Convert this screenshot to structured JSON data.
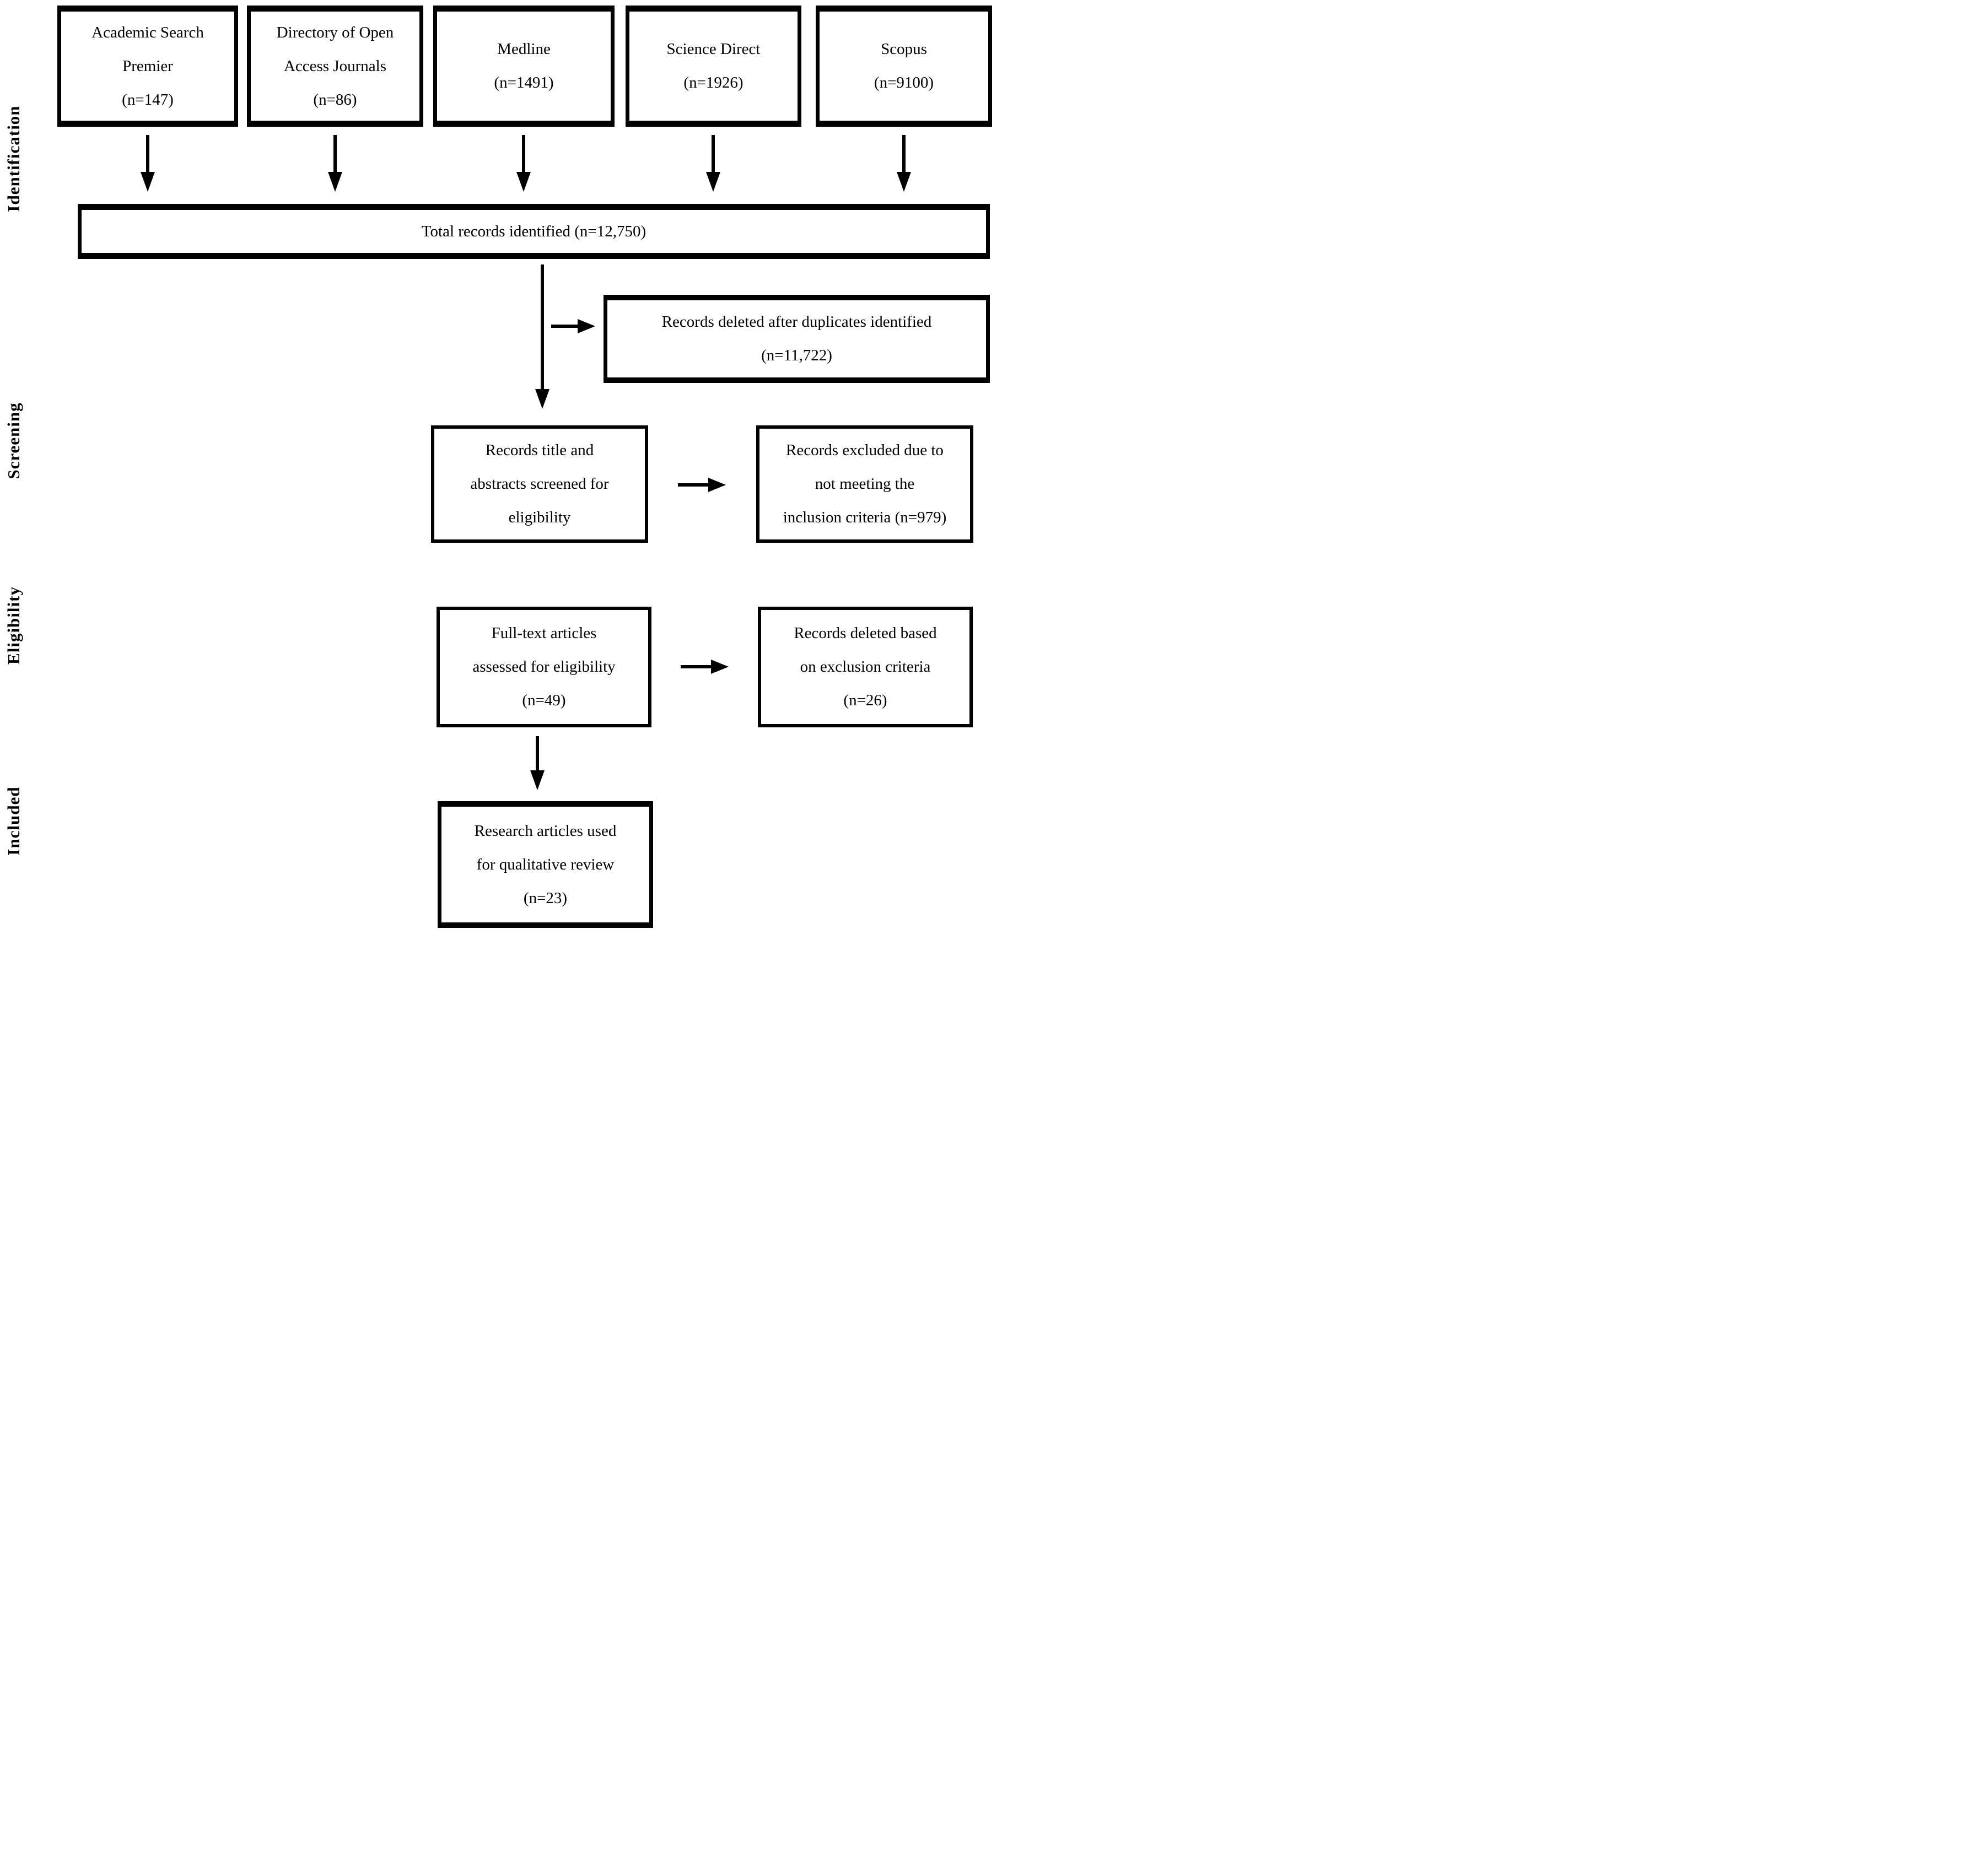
{
  "stages": [
    "Identification",
    "Screening",
    "Eligibility",
    "Included"
  ],
  "sources": [
    {
      "lines": [
        "Academic Search",
        "Premier",
        "(n=147)"
      ]
    },
    {
      "lines": [
        "Directory of Open",
        "Access Journals",
        "(n=86)"
      ]
    },
    {
      "lines": [
        "Medline",
        "(n=1491)"
      ]
    },
    {
      "lines": [
        "Science Direct",
        "(n=1926)"
      ]
    },
    {
      "lines": [
        "Scopus",
        "(n=9100)"
      ]
    }
  ],
  "flow": {
    "total": {
      "text": "Total records identified (n=12,750)"
    },
    "duplicates": {
      "lines": [
        "Records deleted after duplicates identified",
        "(n=11,722)"
      ]
    },
    "screened": {
      "lines": [
        "Records title and",
        "abstracts screened for",
        "eligibility"
      ]
    },
    "excluded": {
      "lines": [
        "Records excluded due to",
        "not meeting the",
        "inclusion criteria (n=979)"
      ]
    },
    "fulltext": {
      "lines": [
        "Full-text articles",
        "assessed for eligibility",
        "(n=49)"
      ]
    },
    "exclusion_deleted": {
      "lines": [
        "Records deleted based",
        "on exclusion criteria",
        "(n=26)"
      ]
    },
    "included": {
      "lines": [
        "Research articles used",
        "for qualitative review",
        "(n=23)"
      ]
    }
  },
  "colors": {
    "ink": "#000000",
    "paper": "#ffffff"
  }
}
